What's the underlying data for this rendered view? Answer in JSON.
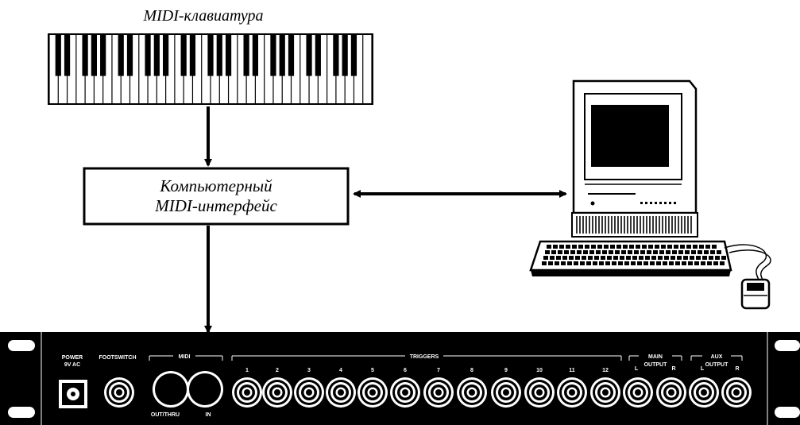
{
  "keyboard": {
    "label": "MIDI-клавиатура"
  },
  "interface": {
    "line1": "Компьютерный",
    "line2": "MIDI-интерфейс"
  },
  "panel": {
    "power_line1": "POWER",
    "power_line2": "9V AC",
    "footswitch": "FOOTSWITCH",
    "midi": "MIDI",
    "midi_out": "OUT/THRU",
    "midi_in": "IN",
    "triggers": "TRIGGERS",
    "trigger_numbers": [
      "1",
      "2",
      "3",
      "4",
      "5",
      "6",
      "7",
      "8",
      "9",
      "10",
      "11",
      "12"
    ],
    "main_output_line1": "MAIN",
    "main_output_line2": "OUTPUT",
    "aux_output_line1": "AUX",
    "aux_output_line2": "OUTPUT",
    "left": "L",
    "right": "R"
  },
  "colors": {
    "ink": "#000000",
    "paper": "#ffffff"
  }
}
